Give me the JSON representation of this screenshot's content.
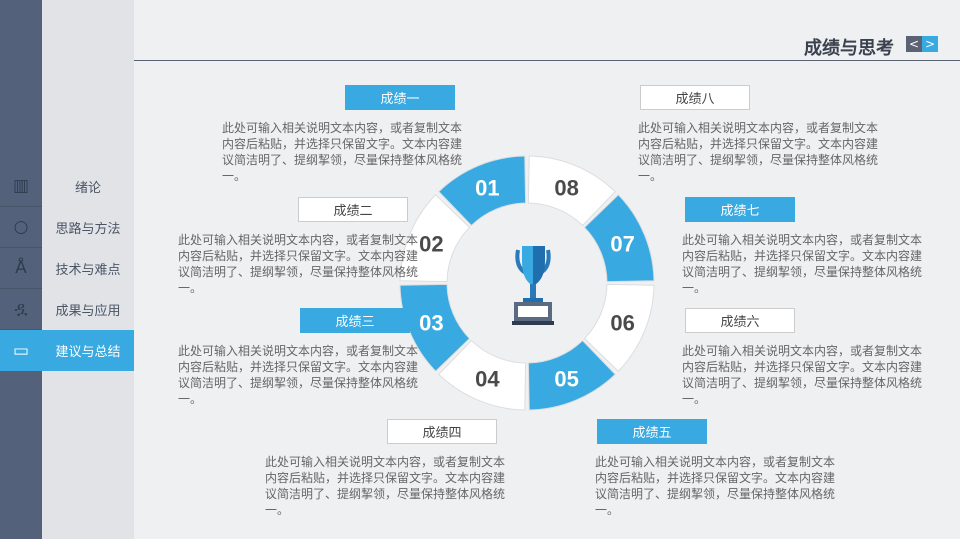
{
  "sidebar": {
    "items": [
      {
        "label": "绪论",
        "icon": "books-icon"
      },
      {
        "label": "思路与方法",
        "icon": "magnifier-icon"
      },
      {
        "label": "技术与难点",
        "icon": "compass-icon"
      },
      {
        "label": "成果与应用",
        "icon": "microscope-icon"
      },
      {
        "label": "建议与总结",
        "icon": "monitor-icon",
        "active": true
      }
    ]
  },
  "header": {
    "title": "成绩与思考",
    "prev": "<",
    "next": ">"
  },
  "ring": {
    "segments": [
      "01",
      "02",
      "03",
      "04",
      "05",
      "06",
      "07",
      "08"
    ],
    "blue": "#38a9e1",
    "white": "#ffffff"
  },
  "desc_text": "此处可输入相关说明文本内容，或者复制文本内容后粘贴，并选择只保留文字。文本内容建议简洁明了、提纲挈领，尽量保持整体风格统一。",
  "items": [
    {
      "label": "成绩一",
      "desc": "此处可输入相关说明文本内容，或者复制文本内容后粘贴，并选择只保留文字。文本内容建议简洁明了、提纲挈领，尽量保持整体风格统一。"
    },
    {
      "label": "成绩二",
      "desc": "此处可输入相关说明文本内容，或者复制文本内容后粘贴，并选择只保留文字。文本内容建议简洁明了、提纲挈领，尽量保持整体风格统一。"
    },
    {
      "label": "成绩三",
      "desc": "此处可输入相关说明文本内容，或者复制文本内容后粘贴，并选择只保留文字。文本内容建议简洁明了、提纲挈领，尽量保持整体风格统一。"
    },
    {
      "label": "成绩四",
      "desc": "此处可输入相关说明文本内容，或者复制文本内容后粘贴，并选择只保留文字。文本内容建议简洁明了、提纲挈领，尽量保持整体风格统一。"
    },
    {
      "label": "成绩五",
      "desc": "此处可输入相关说明文本内容，或者复制文本内容后粘贴，并选择只保留文字。文本内容建议简洁明了、提纲挈领，尽量保持整体风格统一。"
    },
    {
      "label": "成绩六",
      "desc": "此处可输入相关说明文本内容，或者复制文本内容后粘贴，并选择只保留文字。文本内容建议简洁明了、提纲挈领，尽量保持整体风格统一。"
    },
    {
      "label": "成绩七",
      "desc": "此处可输入相关说明文本内容，或者复制文本内容后粘贴，并选择只保留文字。文本内容建议简洁明了、提纲挈领，尽量保持整体风格统一。"
    },
    {
      "label": "成绩八",
      "desc": "此处可输入相关说明文本内容，或者复制文本内容后粘贴，并选择只保留文字。文本内容建议简洁明了、提纲挈领，尽量保持整体风格统一。"
    }
  ]
}
